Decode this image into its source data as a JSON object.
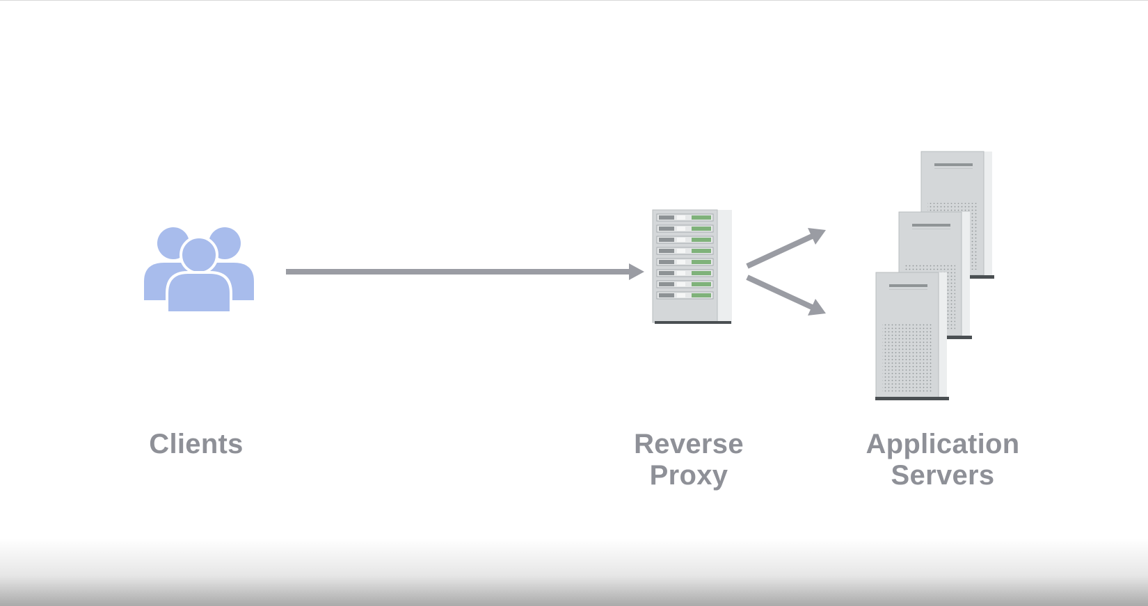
{
  "diagram": {
    "nodes": {
      "clients": {
        "label": "Clients",
        "icon": "users-group-icon",
        "color": "#a8bcec"
      },
      "reverse_proxy": {
        "label": "Reverse\nProxy",
        "icon": "server-rack-icon"
      },
      "application_servers": {
        "label": "Application\nServers",
        "icon": "server-tower-icon",
        "count": 3
      }
    },
    "edges": [
      {
        "from": "clients",
        "to": "reverse_proxy"
      },
      {
        "from": "reverse_proxy",
        "to": "application_servers"
      },
      {
        "from": "reverse_proxy",
        "to": "application_servers"
      }
    ],
    "colors": {
      "label": "#8e9097",
      "arrow": "#9a9ca3",
      "server_body": "#d4d7d9",
      "server_accent": "#7fb27a"
    }
  }
}
